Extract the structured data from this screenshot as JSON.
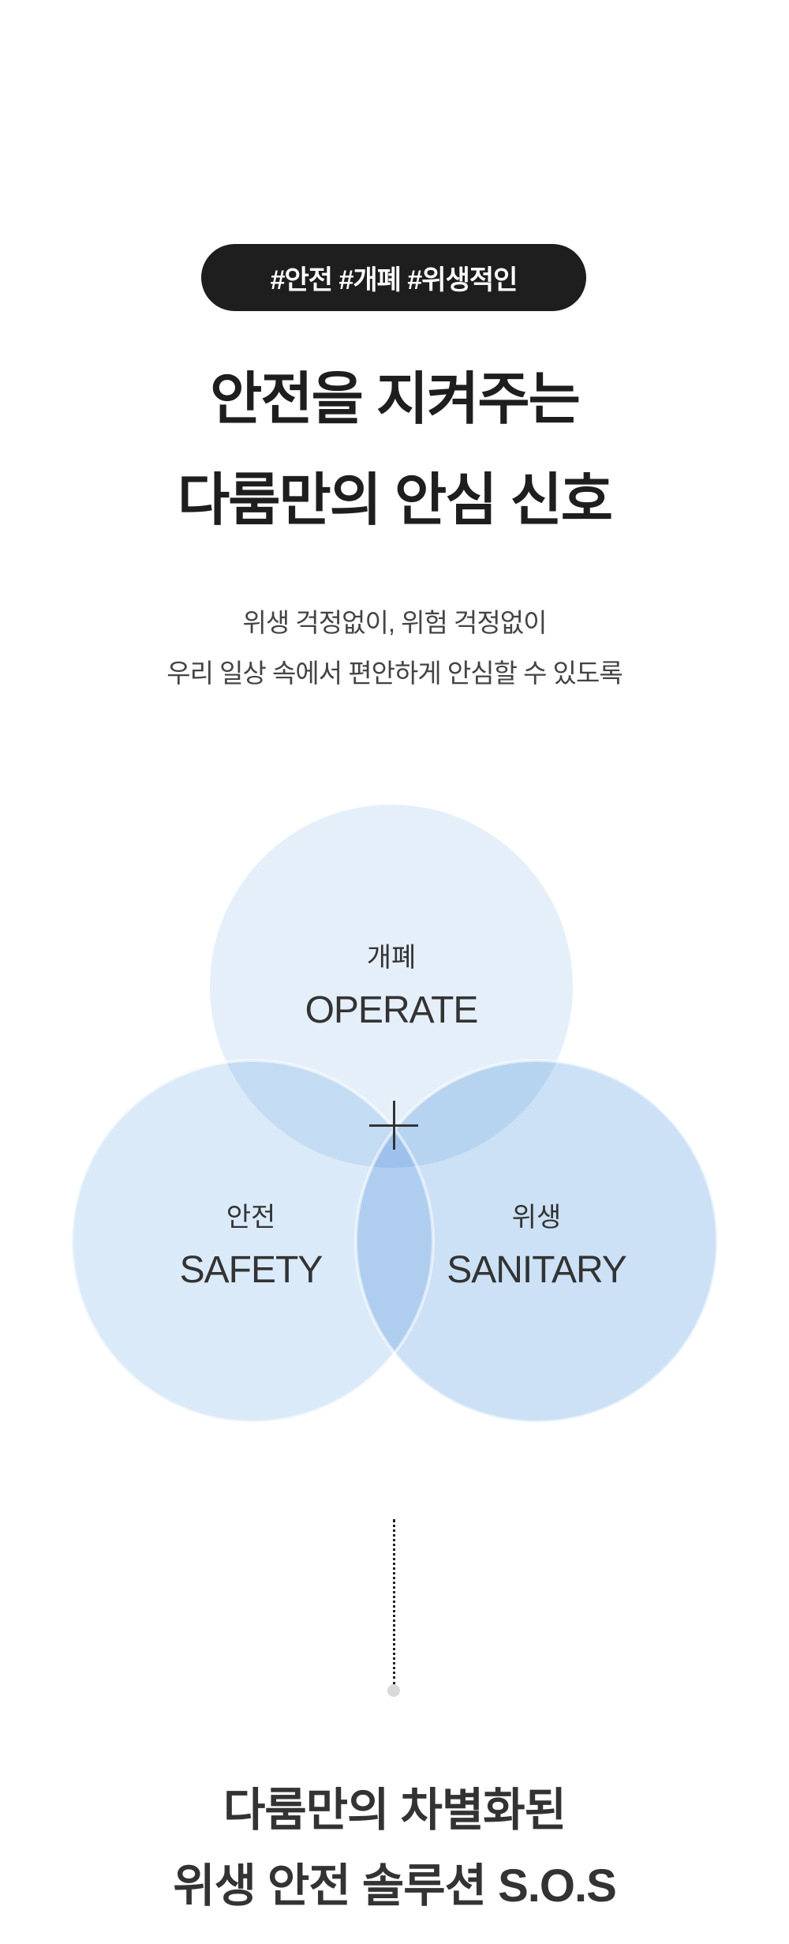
{
  "hashtags": "#안전 #개폐 #위생적인",
  "title": {
    "line1": "안전을 지켜주는",
    "line2": "다룸만의 안심 신호"
  },
  "subtitle": {
    "line1": "위생 걱정없이, 위험 걱정없이",
    "line2": "우리 일상 속에서 편안하게 안심할 수 있도록"
  },
  "venn": {
    "top": {
      "ko": "개폐",
      "en": "OPERATE"
    },
    "left": {
      "ko": "안전",
      "en": "SAFETY"
    },
    "right": {
      "ko": "위생",
      "en": "SANITARY"
    },
    "center_icon": "plus-icon"
  },
  "colors": {
    "pill": "#1e1e1e",
    "circle_top": "#e4effa",
    "circle_left": "#dbeaf9",
    "circle_right": "#cce1f5"
  },
  "bottom": {
    "line1": "다룸만의 차별화된",
    "line2": "위생 안전 솔루션 S.O.S"
  }
}
